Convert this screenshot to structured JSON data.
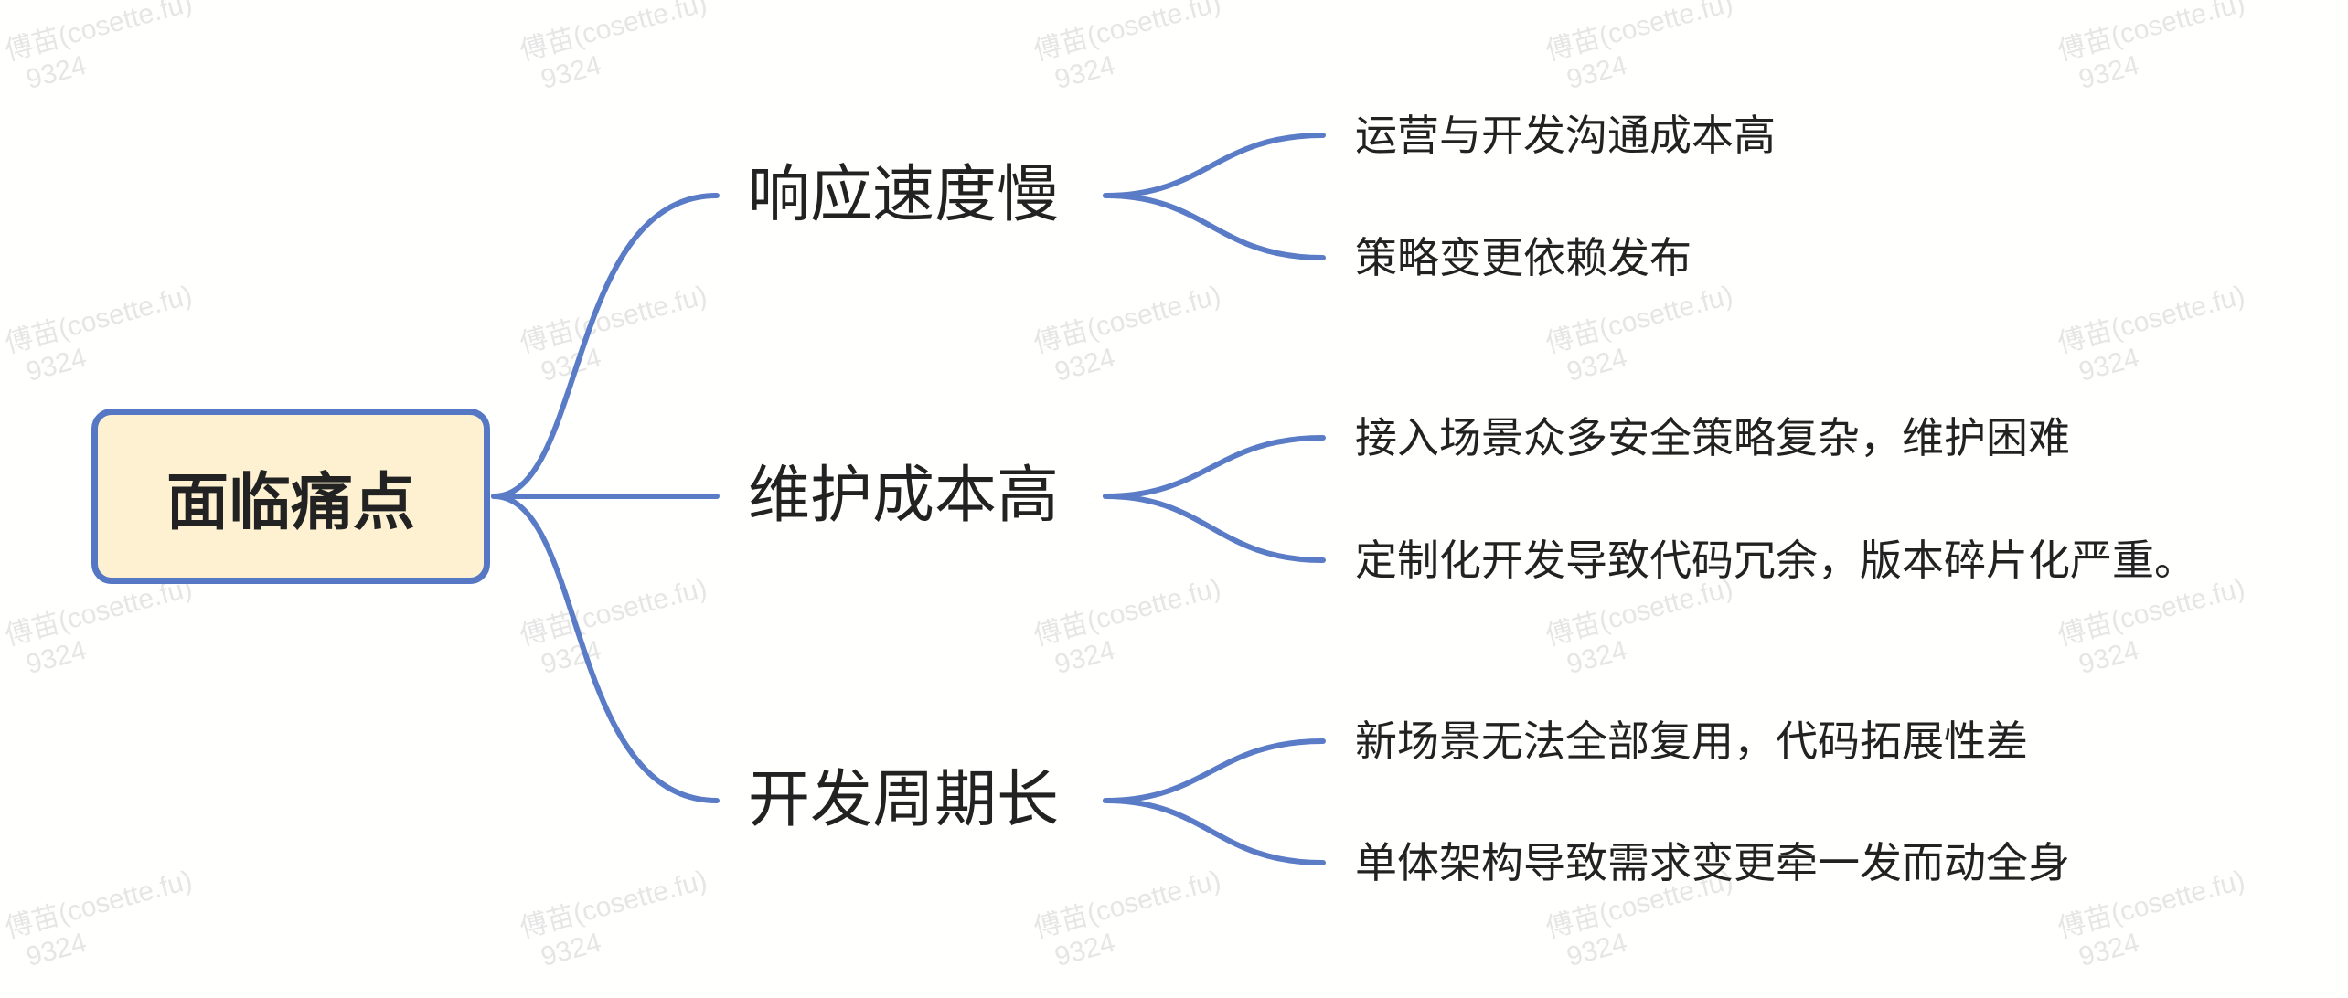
{
  "watermark": {
    "line1": "傅苗(cosette.fu)",
    "line2": "9324"
  },
  "colors": {
    "line": "#5a7bc6",
    "root_fill": "#fdf1d1",
    "root_border": "#5577c4"
  },
  "root": {
    "label": "面临痛点"
  },
  "branches": [
    {
      "label": "响应速度慢",
      "children": [
        "运营与开发沟通成本高",
        "策略变更依赖发布"
      ]
    },
    {
      "label": "维护成本高",
      "children": [
        "接入场景众多安全策略复杂，维护困难",
        "定制化开发导致代码冗余，版本碎片化严重。"
      ]
    },
    {
      "label": "开发周期长",
      "children": [
        "新场景无法全部复用，代码拓展性差",
        "单体架构导致需求变更牵一发而动全身"
      ]
    }
  ]
}
